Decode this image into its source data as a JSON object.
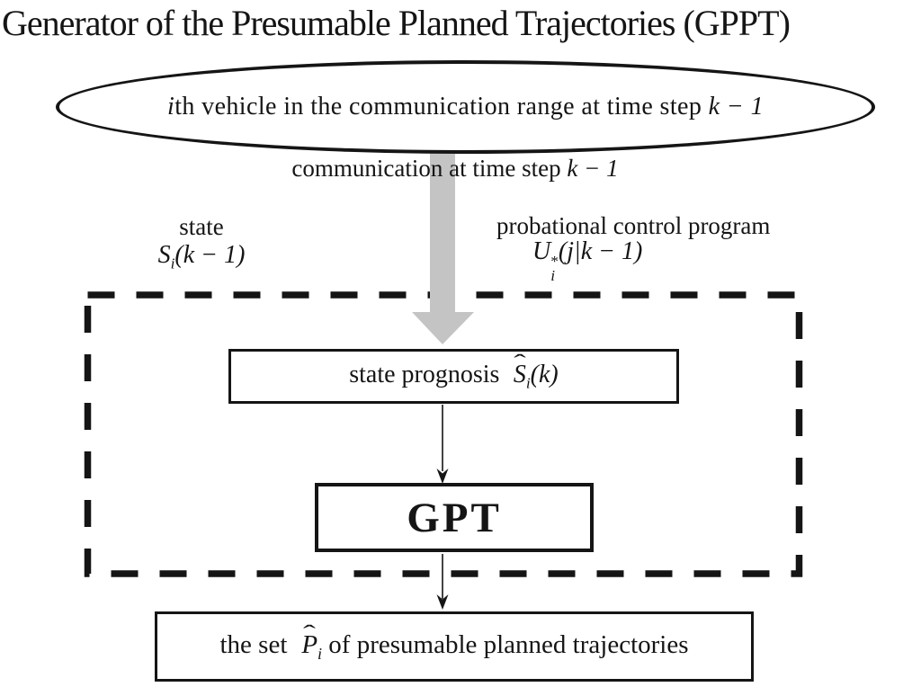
{
  "title": "Generator of the Presumable Planned Trajectories (GPPT)",
  "ellipse": {
    "var": "i",
    "text": "th vehicle in the communication range at time step ",
    "math": "k − 1"
  },
  "communication": {
    "text": "communication at time step ",
    "math": "k − 1"
  },
  "inputs": {
    "state": {
      "caption": "state",
      "sym": "S",
      "sub": "i",
      "args": "(k − 1)"
    },
    "control": {
      "caption": "probational control program",
      "sym": "U",
      "sup": "*",
      "sub": "i",
      "args": "(j|k − 1)"
    }
  },
  "gppt": {
    "prognosis": {
      "text": "state prognosis",
      "hat": "ˆ",
      "sym": "S",
      "sub": "i",
      "args": "(k)"
    },
    "gpt_label": "GPT"
  },
  "output": {
    "text_before": "the set",
    "hat": "ˆ",
    "sym": "P",
    "sub": "i",
    "text_after": "of presumable planned trajectories"
  },
  "colors": {
    "ink": "#151515",
    "arrow_gray": "#c4c4c4"
  }
}
